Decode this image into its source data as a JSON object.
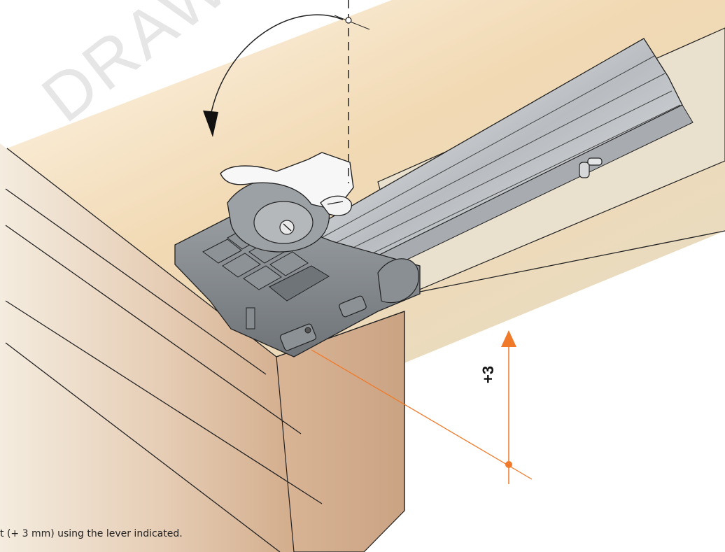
{
  "watermark": "DRAWE",
  "adjustment": {
    "label": "+3",
    "arrow_color": "#f07a2a"
  },
  "caption": "t (+ 3 mm) using the lever indicated.",
  "colors": {
    "wood_top": "#ece0c6",
    "wood_front": "#dcb89a",
    "clip_dark": "#7f8488",
    "rail_light": "#d7dadc"
  }
}
